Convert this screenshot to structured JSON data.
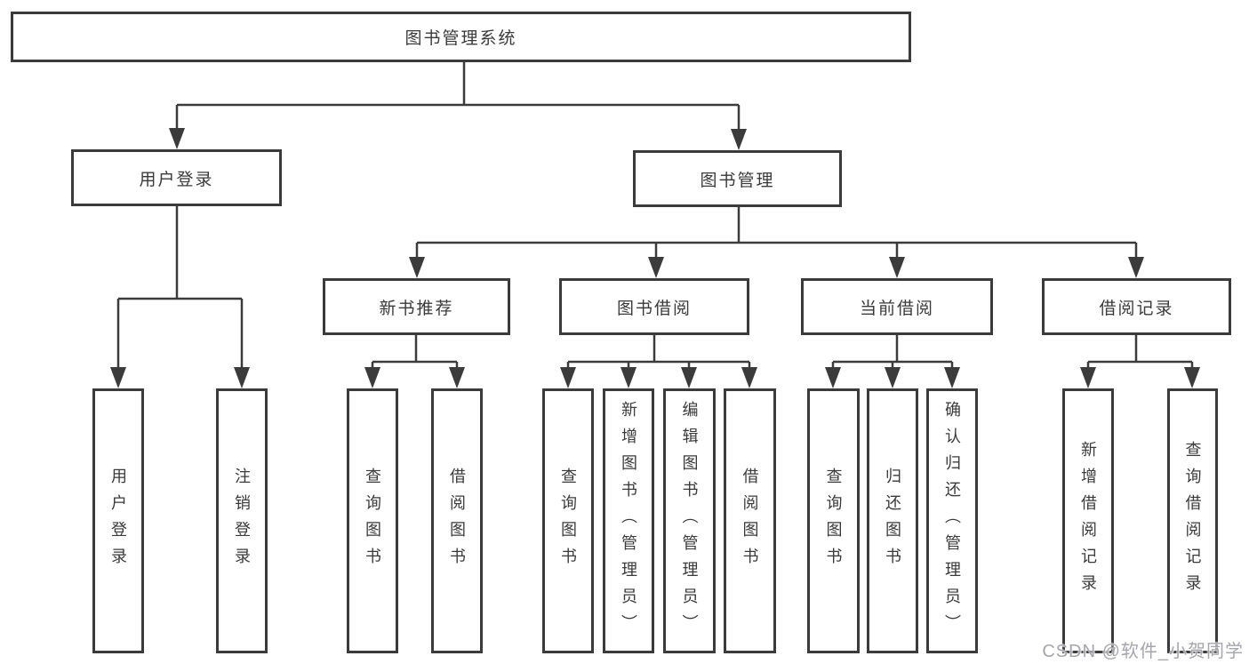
{
  "diagram": {
    "root": {
      "label": "图书管理系统"
    },
    "level2": [
      {
        "label": "用户登录"
      },
      {
        "label": "图书管理"
      }
    ],
    "level3": [
      {
        "label": "新书推荐"
      },
      {
        "label": "图书借阅"
      },
      {
        "label": "当前借阅"
      },
      {
        "label": "借阅记录"
      }
    ],
    "leaves": [
      {
        "label": "用户登录"
      },
      {
        "label": "注销登录"
      },
      {
        "label": "查询图书"
      },
      {
        "label": "借阅图书"
      },
      {
        "label": "查询图书"
      },
      {
        "label": "新增图书（管理员）"
      },
      {
        "label": "编辑图书（管理员）"
      },
      {
        "label": "借阅图书"
      },
      {
        "label": "查询图书"
      },
      {
        "label": "归还图书"
      },
      {
        "label": "确认归还（管理员）"
      },
      {
        "label": "新增借阅记录"
      },
      {
        "label": "查询借阅记录"
      }
    ]
  },
  "watermark": {
    "text": "CSDN @软件_小贺同学"
  },
  "colors": {
    "line": "#3b3b3b",
    "text": "#3a3a3a",
    "background": "#ffffff",
    "watermark": "#a5a5ad"
  }
}
